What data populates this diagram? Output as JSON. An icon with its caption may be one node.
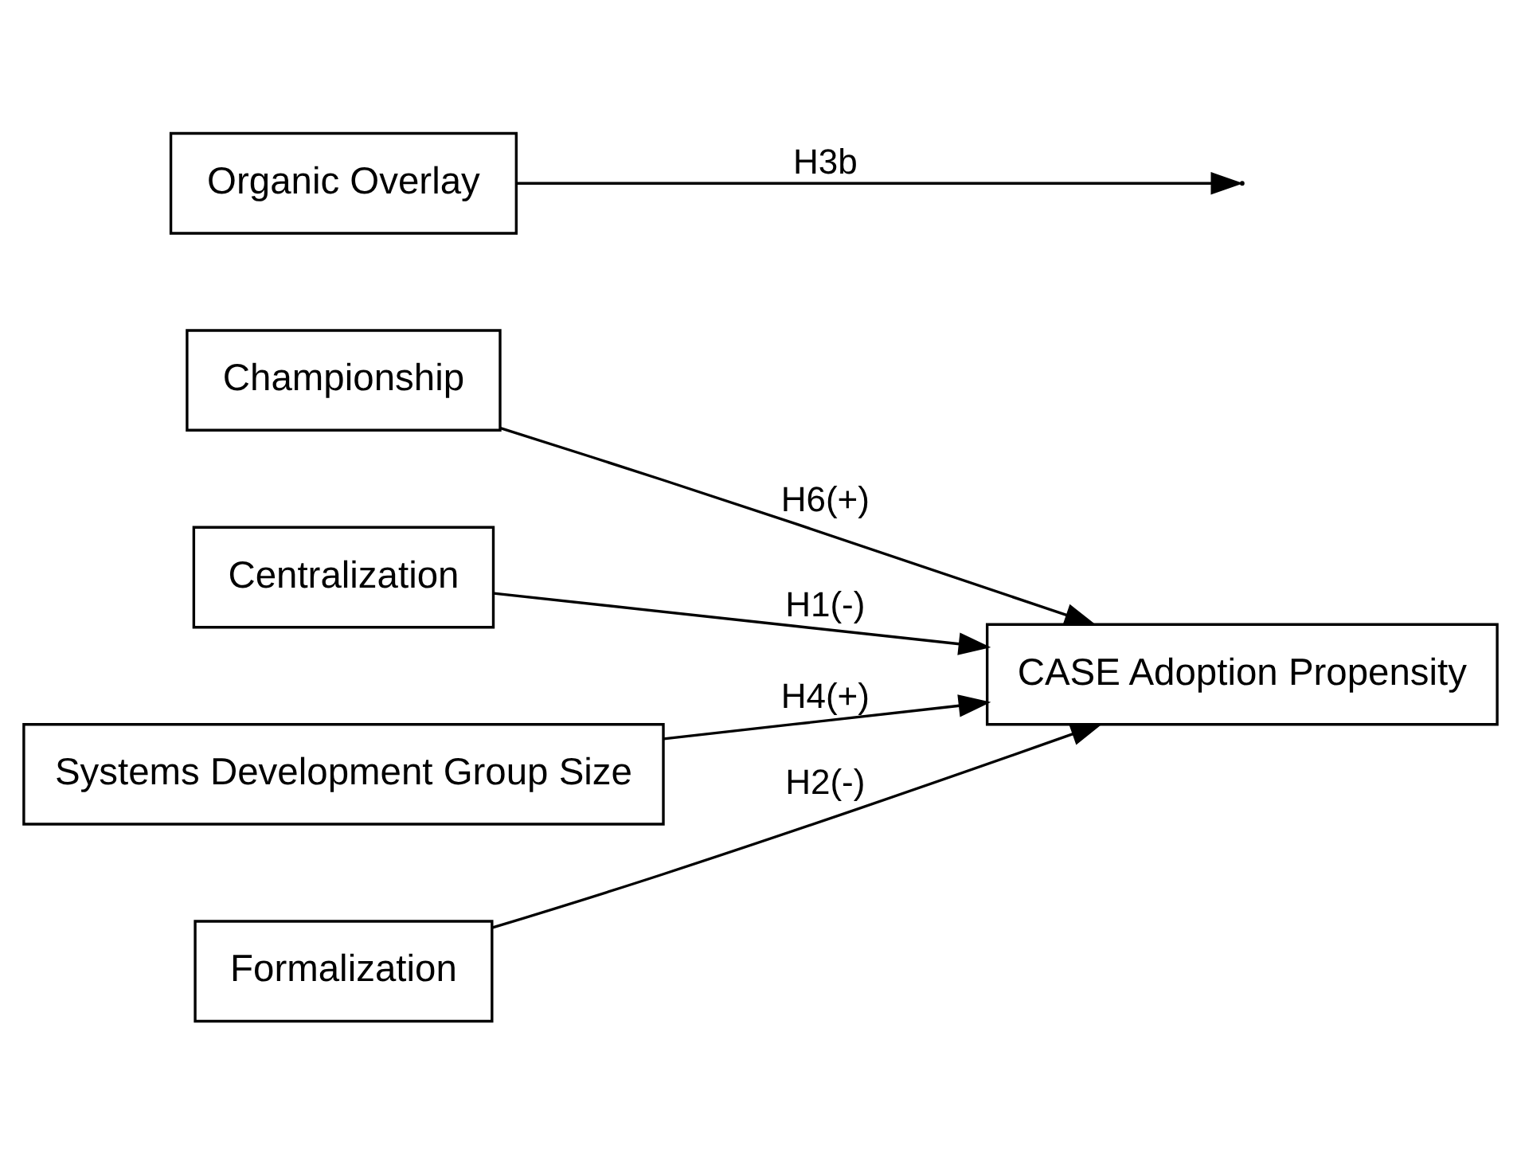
{
  "diagram": {
    "nodes": [
      {
        "text": [
          "Championship"
        ]
      },
      {
        "text": [
          "Centralization"
        ]
      },
      {
        "text": [
          "CASE Adoption Propensity"
        ]
      },
      {
        "text": [
          "Systems Development Group Size"
        ]
      },
      {
        "text": [
          "Formalization"
        ]
      },
      {
        "text": [
          "Organic Overlay"
        ]
      }
    ],
    "edges": [
      {
        "from": 0,
        "to": 2,
        "arrow": "to",
        "label": "H6(+)"
      },
      {
        "from": 1,
        "to": 2,
        "arrow": "to",
        "label": "H1(-)"
      },
      {
        "from": 3,
        "to": 2,
        "arrow": "to",
        "label": "H4(+)"
      },
      {
        "from": 4,
        "to": 2,
        "arrow": "to",
        "label": "H2(-)"
      },
      {
        "from": 5,
        "to": null,
        "arrow": "to",
        "label": "H3b"
      }
    ]
  }
}
